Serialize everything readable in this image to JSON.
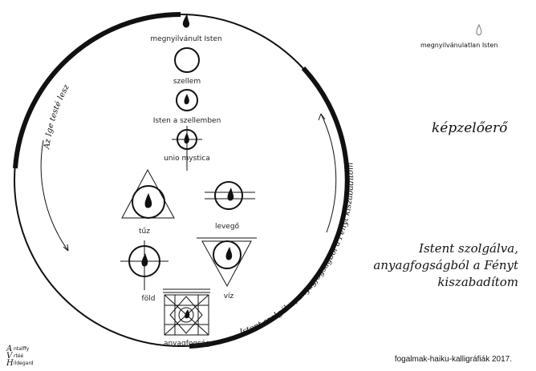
{
  "diagram": {
    "top_label": "megnyilvánult Isten",
    "spirit_label": "szellem",
    "god_in_spirit_label": "Isten a szellemben",
    "unio_label": "unio mystica",
    "fire_label": "tűz",
    "air_label": "levegő",
    "earth_label": "föld",
    "water_label": "víz",
    "matter_label": "anyagfogság",
    "left_arc_text": "Az Ige testé lesz",
    "right_arc_text": "Istent szolgálva, anyagfogságból a Fényt kiszabadítom"
  },
  "side": {
    "unmanifest_label": "megnyilvánulatlan Isten",
    "imagination": "képzelőerő",
    "serving_lines": [
      "Istent szolgálva,",
      "anyagfogságból a Fényt",
      "kiszabadítom"
    ]
  },
  "footer": {
    "credit": "fogalmak-haiku-kalligráfiák 2017.",
    "signature_lines": [
      "ntalffy",
      "rtéé",
      "ildegard"
    ]
  }
}
